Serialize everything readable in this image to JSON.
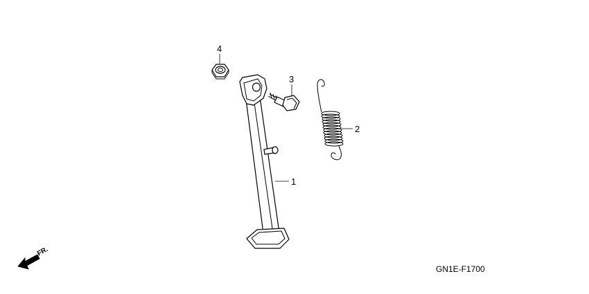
{
  "diagram_code": "GN1E-F1700",
  "front_label": "FR.",
  "callouts": [
    {
      "number": "1",
      "part": "side stand"
    },
    {
      "number": "2",
      "part": "spring"
    },
    {
      "number": "3",
      "part": "bolt"
    },
    {
      "number": "4",
      "part": "nut"
    }
  ]
}
